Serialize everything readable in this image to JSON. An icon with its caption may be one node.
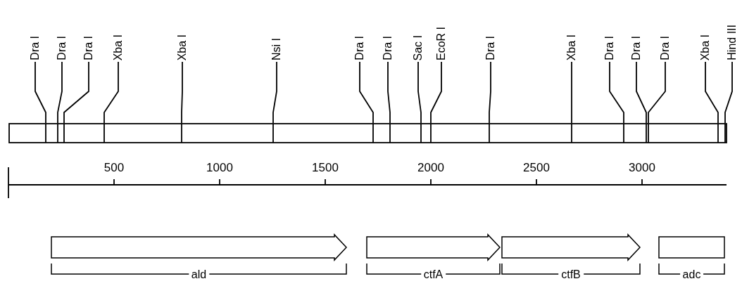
{
  "diagram": {
    "nodes": [
      {
        "text": [],
        "shape": "bar"
      },
      {
        "text": [
          "Dra I"
        ]
      },
      {
        "text": [
          "Dra I"
        ]
      },
      {
        "text": [
          "Dra I"
        ]
      },
      {
        "text": [
          "Xba I"
        ]
      },
      {
        "text": [
          "Xba I"
        ]
      },
      {
        "text": [
          "Nsi I"
        ]
      },
      {
        "text": [
          "Dra I"
        ]
      },
      {
        "text": [
          "Dra I"
        ]
      },
      {
        "text": [
          "Sac I"
        ]
      },
      {
        "text": [
          "EcoR I"
        ]
      },
      {
        "text": [
          "Dra I"
        ]
      },
      {
        "text": [
          "Xba I"
        ]
      },
      {
        "text": [
          "Dra I"
        ]
      },
      {
        "text": [
          "Dra I"
        ]
      },
      {
        "text": [
          "Dra I"
        ]
      },
      {
        "text": [
          "Xba I"
        ]
      },
      {
        "text": [
          "Hind III"
        ]
      },
      {
        "text": [
          "ald"
        ]
      },
      {
        "text": [
          "ctfA"
        ]
      },
      {
        "text": [
          "ctfB"
        ]
      },
      {
        "text": [
          "adc"
        ]
      }
    ],
    "edges": [
      {
        "from": 1,
        "to": 0,
        "arrow": "none"
      },
      {
        "from": 2,
        "to": 0,
        "arrow": "none"
      },
      {
        "from": 3,
        "to": 0,
        "arrow": "none"
      },
      {
        "from": 4,
        "to": 0,
        "arrow": "none"
      },
      {
        "from": 5,
        "to": 0,
        "arrow": "none"
      },
      {
        "from": 6,
        "to": 0,
        "arrow": "none"
      },
      {
        "from": 7,
        "to": 0,
        "arrow": "none"
      },
      {
        "from": 8,
        "to": 0,
        "arrow": "none"
      },
      {
        "from": 9,
        "to": 0,
        "arrow": "none"
      },
      {
        "from": 10,
        "to": 0,
        "arrow": "none"
      },
      {
        "from": 11,
        "to": 0,
        "arrow": "none"
      },
      {
        "from": 12,
        "to": 0,
        "arrow": "none"
      },
      {
        "from": 13,
        "to": 0,
        "arrow": "none"
      },
      {
        "from": 14,
        "to": 0,
        "arrow": "none"
      },
      {
        "from": 15,
        "to": 0,
        "arrow": "none"
      },
      {
        "from": 16,
        "to": 0,
        "arrow": "none"
      },
      {
        "from": 17,
        "to": 0,
        "arrow": "none"
      }
    ],
    "labels": [
      "500",
      "1000",
      "1500",
      "2000",
      "2500",
      "3000"
    ]
  }
}
